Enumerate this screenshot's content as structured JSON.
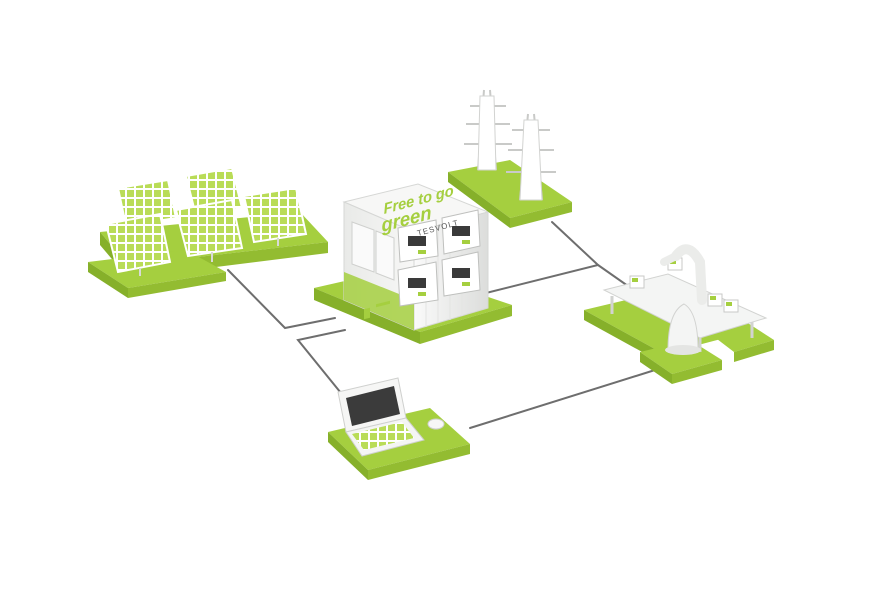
{
  "container": {
    "slogan_line1": "Free to go",
    "slogan_line2": "green",
    "brand": "TESVOLT"
  },
  "colors": {
    "platform_top": "#a5cf3f",
    "platform_side": "#86b02a",
    "panel_cell": "#b9dc57",
    "panel_frame": "#ffffff",
    "cable": "#6e6e6e",
    "device_white": "#f4f5f4"
  },
  "icons": {
    "solar": "solar-panel-icon",
    "grid": "power-pylon-icon",
    "storage": "battery-container-icon",
    "industry": "robot-arm-icon",
    "monitoring": "laptop-icon"
  }
}
